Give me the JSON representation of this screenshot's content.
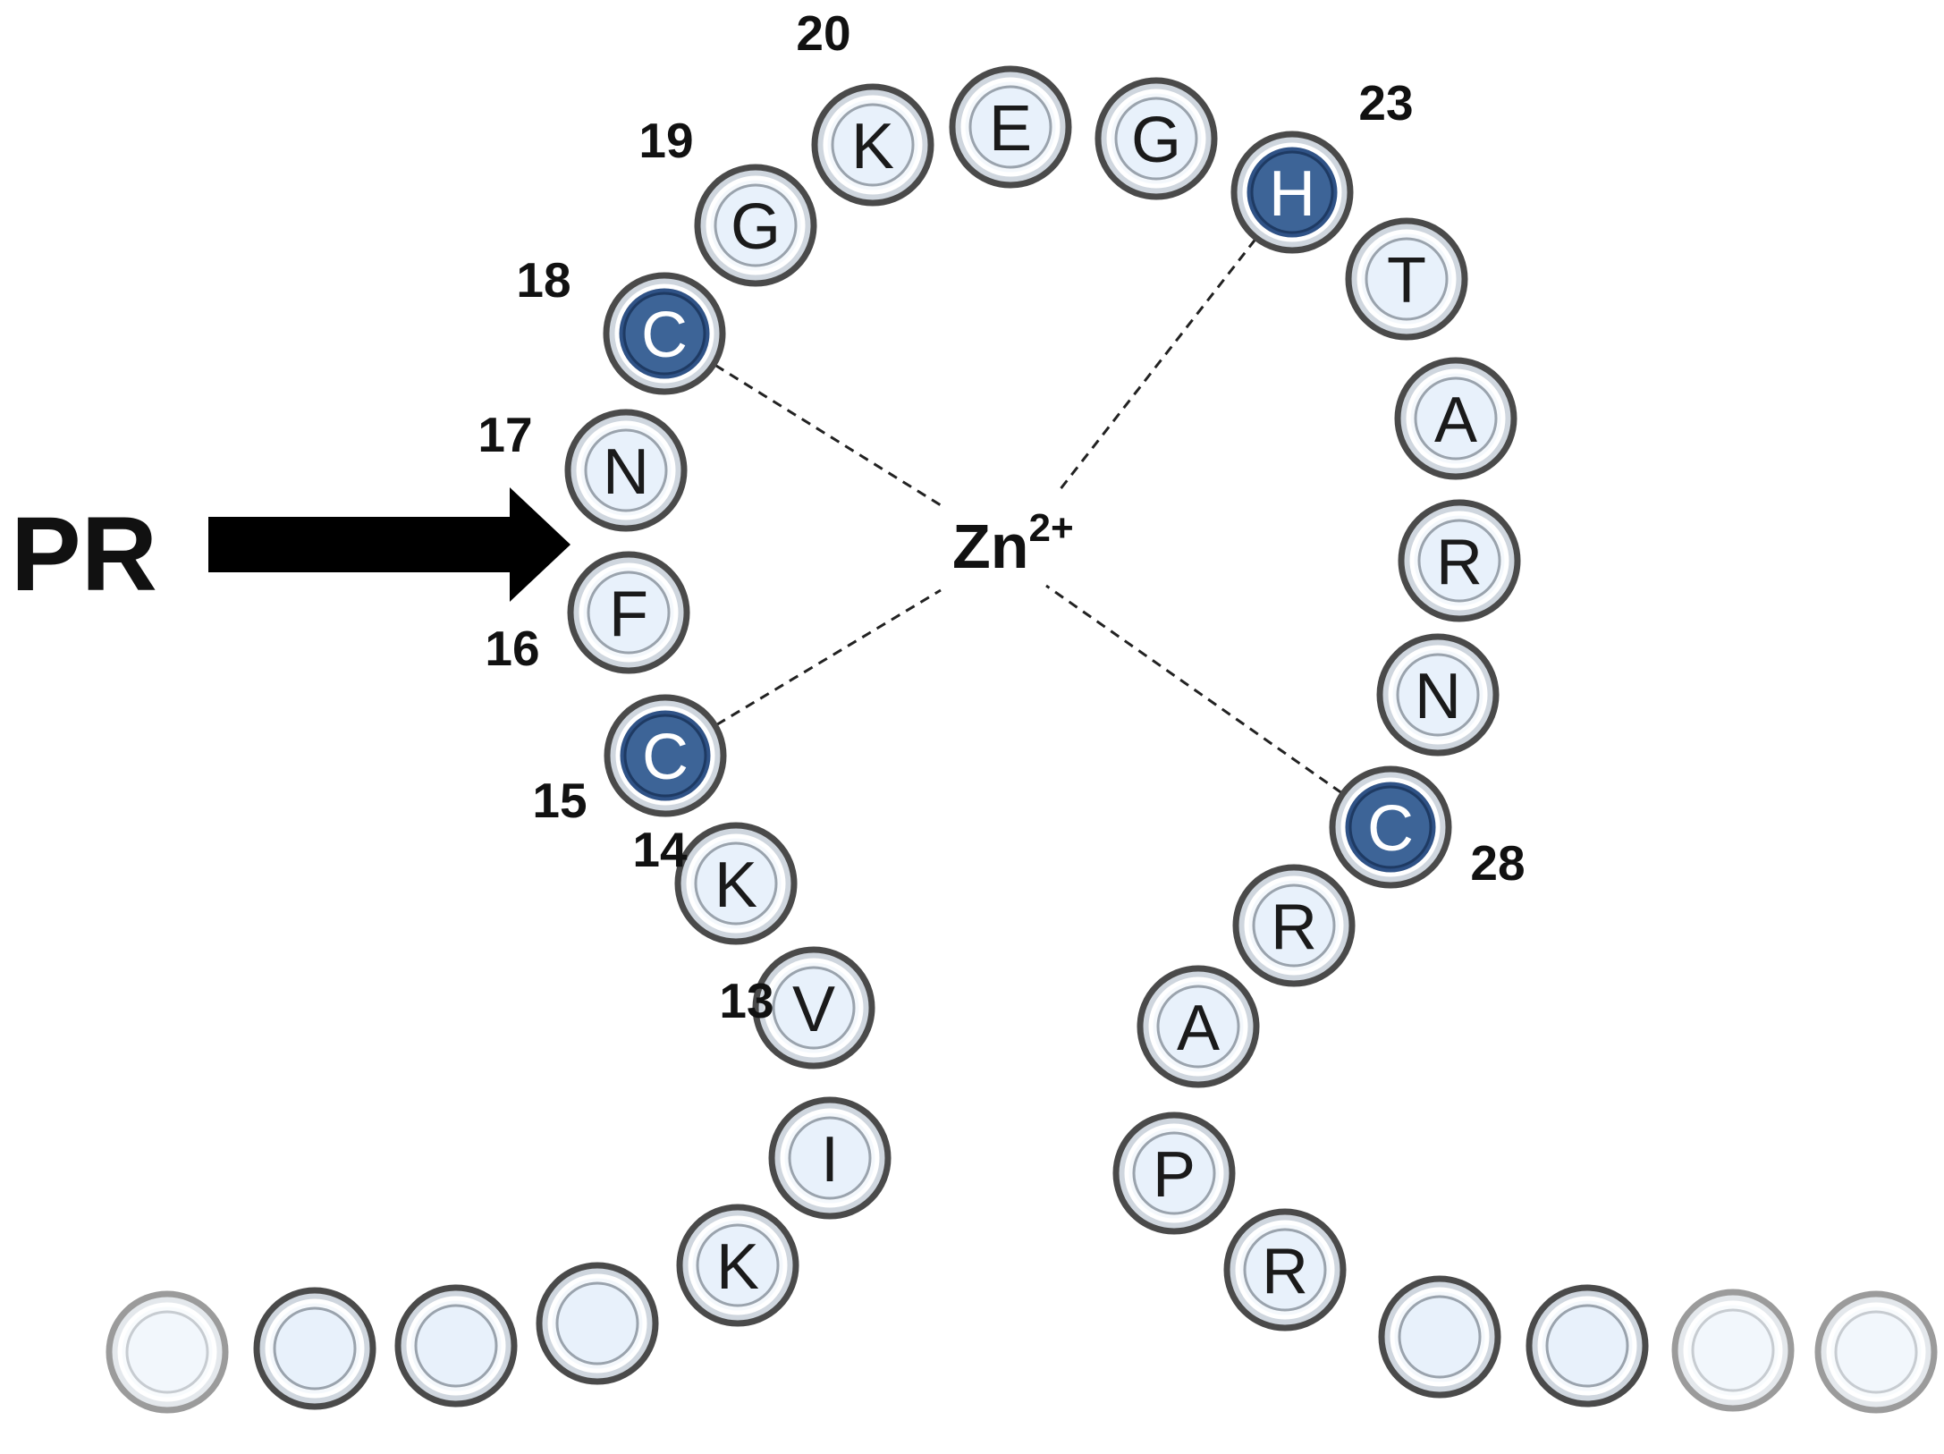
{
  "colors": {
    "zinc_ligand_fill": "#3d6497",
    "residue_fill": "#e8f1fb",
    "ring_stroke": "#4a4a4a",
    "bond_line": "#222222"
  },
  "ion": {
    "symbol": "Zn",
    "charge": "2+"
  },
  "annotation": {
    "label": "PR",
    "arrow_icon": "right-arrow-icon"
  },
  "residues": [
    {
      "letter": "",
      "zinc_ligand": false,
      "faded": true
    },
    {
      "letter": "",
      "zinc_ligand": false,
      "faded": false
    },
    {
      "letter": "",
      "zinc_ligand": false,
      "faded": false
    },
    {
      "letter": "",
      "zinc_ligand": false,
      "faded": false
    },
    {
      "letter": "K",
      "zinc_ligand": false,
      "faded": false
    },
    {
      "letter": "I",
      "zinc_ligand": false,
      "faded": false
    },
    {
      "letter": "V",
      "zinc_ligand": false,
      "faded": false,
      "number": "13"
    },
    {
      "letter": "K",
      "zinc_ligand": false,
      "faded": false,
      "number": "14"
    },
    {
      "letter": "C",
      "zinc_ligand": true,
      "faded": false,
      "number": "15"
    },
    {
      "letter": "F",
      "zinc_ligand": false,
      "faded": false,
      "number": "16"
    },
    {
      "letter": "N",
      "zinc_ligand": false,
      "faded": false,
      "number": "17"
    },
    {
      "letter": "C",
      "zinc_ligand": true,
      "faded": false,
      "number": "18"
    },
    {
      "letter": "G",
      "zinc_ligand": false,
      "faded": false,
      "number": "19"
    },
    {
      "letter": "K",
      "zinc_ligand": false,
      "faded": false,
      "number": "20"
    },
    {
      "letter": "E",
      "zinc_ligand": false,
      "faded": false
    },
    {
      "letter": "G",
      "zinc_ligand": false,
      "faded": false
    },
    {
      "letter": "H",
      "zinc_ligand": true,
      "faded": false,
      "number": "23"
    },
    {
      "letter": "T",
      "zinc_ligand": false,
      "faded": false
    },
    {
      "letter": "A",
      "zinc_ligand": false,
      "faded": false
    },
    {
      "letter": "R",
      "zinc_ligand": false,
      "faded": false
    },
    {
      "letter": "N",
      "zinc_ligand": false,
      "faded": false
    },
    {
      "letter": "C",
      "zinc_ligand": true,
      "faded": false,
      "number": "28"
    },
    {
      "letter": "R",
      "zinc_ligand": false,
      "faded": false
    },
    {
      "letter": "A",
      "zinc_ligand": false,
      "faded": false
    },
    {
      "letter": "P",
      "zinc_ligand": false,
      "faded": false
    },
    {
      "letter": "R",
      "zinc_ligand": false,
      "faded": false
    },
    {
      "letter": "",
      "zinc_ligand": false,
      "faded": false
    },
    {
      "letter": "",
      "zinc_ligand": false,
      "faded": false
    },
    {
      "letter": "",
      "zinc_ligand": false,
      "faded": true
    },
    {
      "letter": "",
      "zinc_ligand": false,
      "faded": true
    }
  ]
}
